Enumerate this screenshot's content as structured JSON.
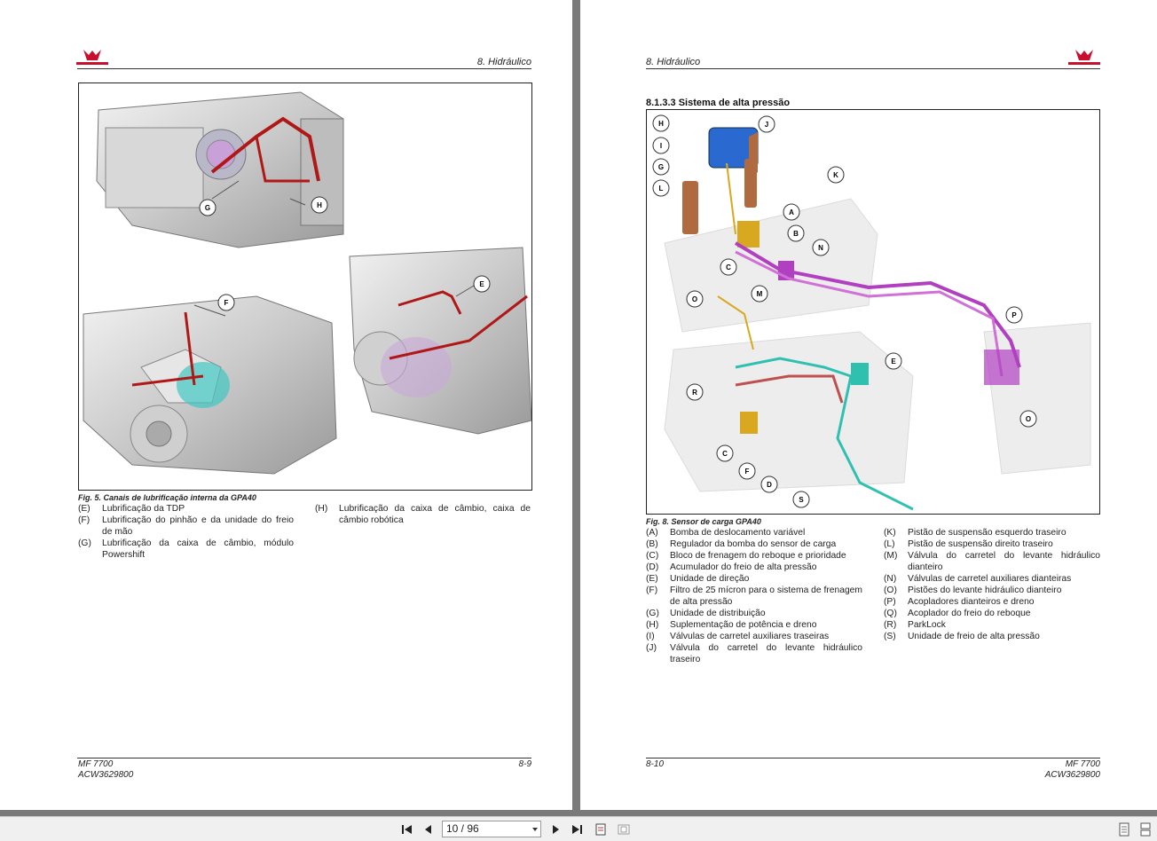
{
  "left_page": {
    "header": "8. Hidráulico",
    "figure_caption": "Fig. 5.  Canais de lubrificação interna da GPA40",
    "callouts": [
      "G",
      "H",
      "F",
      "E"
    ],
    "legend_left": [
      {
        "key": "(E)",
        "text": "Lubrificação da TDP"
      },
      {
        "key": "(F)",
        "text": "Lubrificação do pinhão e da unidade do freio de mão"
      },
      {
        "key": "(G)",
        "text": "Lubrificação da caixa de câmbio, módulo Powershift"
      }
    ],
    "legend_right": [
      {
        "key": "(H)",
        "text": "Lubrificação da caixa de câmbio, caixa de câmbio robótica"
      }
    ],
    "footer_model": "MF 7700",
    "footer_code": "ACW3629800",
    "page_number": "8-9"
  },
  "right_page": {
    "header": "8. Hidráulico",
    "section_title": "8.1.3.3  Sistema de alta pressão",
    "figure_caption": "Fig. 8.  Sensor de carga GPA40",
    "callouts": [
      "H",
      "J",
      "I",
      "G",
      "K",
      "L",
      "A",
      "B",
      "N",
      "C",
      "M",
      "O",
      "P",
      "E",
      "R",
      "C",
      "F",
      "D",
      "S",
      "O"
    ],
    "legend_left": [
      {
        "key": "(A)",
        "text": "Bomba de deslocamento variável"
      },
      {
        "key": "(B)",
        "text": "Regulador da bomba do sensor de carga"
      },
      {
        "key": "(C)",
        "text": "Bloco de frenagem do reboque e prioridade"
      },
      {
        "key": "(D)",
        "text": "Acumulador do freio de alta pressão"
      },
      {
        "key": "(E)",
        "text": "Unidade de direção"
      },
      {
        "key": "(F)",
        "text": "Filtro de 25 mícron para o sistema de frenagem de alta pressão"
      },
      {
        "key": "(G)",
        "text": "Unidade de distribuição"
      },
      {
        "key": "(H)",
        "text": "Suplementação de potência e dreno"
      },
      {
        "key": "(I)",
        "text": "Válvulas de carretel auxiliares traseiras"
      },
      {
        "key": "(J)",
        "text": "Válvula do carretel do levante hidráulico traseiro"
      }
    ],
    "legend_right": [
      {
        "key": "(K)",
        "text": "Pistão de suspensão esquerdo traseiro"
      },
      {
        "key": "(L)",
        "text": "Pistão de suspensão direito traseiro"
      },
      {
        "key": "(M)",
        "text": "Válvula do carretel do levante hidráulico dianteiro"
      },
      {
        "key": "(N)",
        "text": "Válvulas de carretel auxiliares dianteiras"
      },
      {
        "key": "(O)",
        "text": "Pistões do levante hidráulico dianteiro"
      },
      {
        "key": "(P)",
        "text": "Acopladores dianteiros e dreno"
      },
      {
        "key": "(Q)",
        "text": "Acoplador do freio do reboque"
      },
      {
        "key": "(R)",
        "text": "ParkLock"
      },
      {
        "key": "(S)",
        "text": "Unidade de freio de alta pressão"
      }
    ],
    "footer_model": "MF 7700",
    "footer_code": "ACW3629800",
    "page_number": "8-10"
  },
  "toolbar": {
    "page_indicator": "10 / 96",
    "icons": [
      "first-page-icon",
      "previous-page-icon",
      "next-page-icon",
      "last-page-icon",
      "fit-page-icon",
      "fit-width-icon",
      "single-page-view-icon",
      "continuous-view-icon"
    ]
  },
  "colors": {
    "brand_red": "#c8102e",
    "lube_red": "#b01818",
    "hydraulic_magenta": "#b040c0",
    "hydraulic_teal": "#30c0b0",
    "pump_blue": "#2a6ad0",
    "valve_yellow": "#d8a820",
    "copper": "#b06a40"
  }
}
